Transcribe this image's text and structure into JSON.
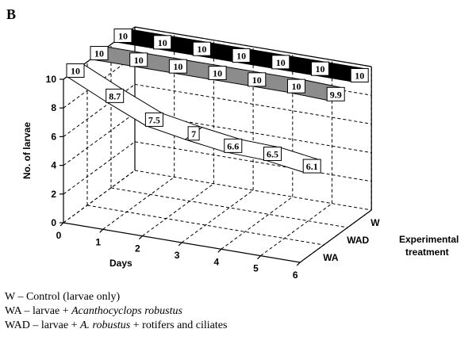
{
  "panel_label": "B",
  "chart_data": {
    "type": "line",
    "style": "3d-ribbon",
    "ylabel": "No. of larvae",
    "xlabel": "Days",
    "zlabel": [
      "Experimental",
      "treatment"
    ],
    "x": [
      0,
      1,
      2,
      3,
      4,
      5,
      6
    ],
    "ylim": [
      0,
      10
    ],
    "yticks": [
      0,
      2,
      4,
      6,
      8,
      10
    ],
    "grid": true,
    "series": [
      {
        "name": "WA",
        "color": "#ffffff",
        "values": [
          10,
          8.7,
          7.5,
          7,
          6.6,
          6.5,
          6.1
        ]
      },
      {
        "name": "WAD",
        "color": "#8c8c8c",
        "values": [
          10,
          10,
          10,
          10,
          10,
          10,
          9.9
        ]
      },
      {
        "name": "W",
        "color": "#000000",
        "values": [
          10,
          10,
          10,
          10,
          10,
          10,
          10
        ]
      }
    ]
  },
  "legend": [
    {
      "code": "W",
      "sep": " – ",
      "parts": [
        {
          "t": "Control (larvae only)",
          "i": false
        }
      ]
    },
    {
      "code": "WA",
      "sep": " – ",
      "parts": [
        {
          "t": "larvae + ",
          "i": false
        },
        {
          "t": "Acanthocyclops robustus",
          "i": true
        }
      ]
    },
    {
      "code": "WAD",
      "sep": " – ",
      "parts": [
        {
          "t": "larvae + ",
          "i": false
        },
        {
          "t": "A. robustus",
          "i": true
        },
        {
          "t": "  + rotifers and ciliates",
          "i": false
        }
      ]
    }
  ]
}
